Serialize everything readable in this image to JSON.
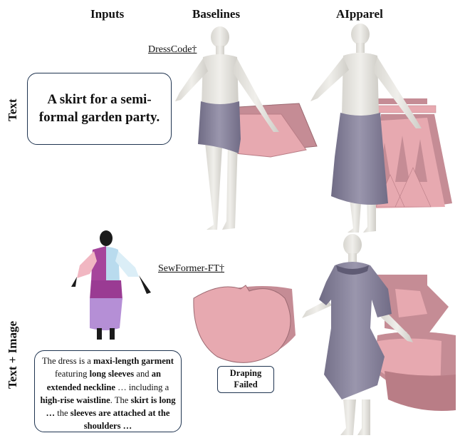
{
  "headers": {
    "inputs": "Inputs",
    "baselines": "Baselines",
    "ours": "AIpparel"
  },
  "rows": {
    "text": "Text",
    "text_image": "Text + Image"
  },
  "prompt_text": "A skirt for a semi-formal garden party.",
  "caption": {
    "p1": "The dress is a ",
    "b1": "maxi-length garment",
    "p2": " featuring ",
    "b2": "long sleeves",
    "p3": " and ",
    "b3": "an extended neckline",
    "p4": " … including a ",
    "b4": "high-rise waistline",
    "p5": ". The ",
    "b5": "skirt is long …",
    "p6": " the ",
    "b6": "sleeves are attached at the shoulders …"
  },
  "baseline_1": "DressCode†",
  "baseline_2": "SewFormer-FT†",
  "draping_failed": "Draping Failed",
  "colors": {
    "mannequin": "#e6e5e1",
    "garment": "#8e8aa0",
    "panel": "#e7a9b0",
    "panel_dark": "#b97d86",
    "box_border": "#1f3450"
  }
}
